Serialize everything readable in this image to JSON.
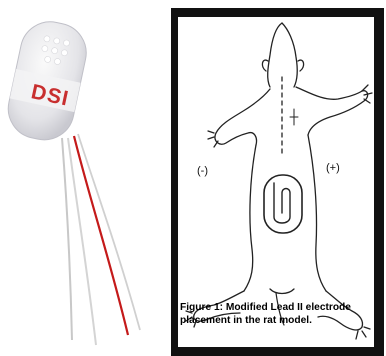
{
  "device": {
    "brand_text": "DSI"
  },
  "figure": {
    "left_polarity": "(-)",
    "right_polarity": "(+)",
    "caption_line1": "Figure 1: Modified Lead II electrode",
    "caption_line2": "placement in the rat model."
  },
  "colors": {
    "frame": "#111111",
    "lead_red": "#c41a1a",
    "implant_body": "#e9e9ec"
  }
}
